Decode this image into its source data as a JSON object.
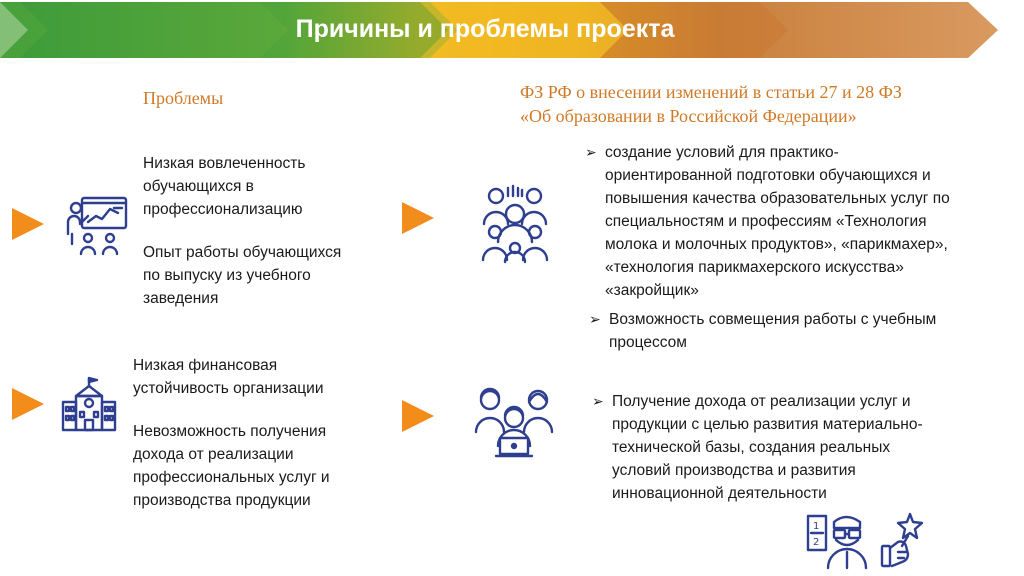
{
  "header": {
    "title": "Причины и проблемы проекта"
  },
  "left": {
    "heading": "Проблемы",
    "block1": {
      "line1": [
        "Низкая вовлеченность",
        "обучающихся в",
        "профессионализацию"
      ],
      "line2": [
        "Опыт работы обучающихся",
        "по выпуску из учебного",
        "заведения"
      ]
    },
    "block2": {
      "line1": [
        "Низкая финансовая",
        "устойчивость организации"
      ],
      "line2": [
        "Невозможность получения",
        "дохода от реализации",
        "профессиональных услуг и",
        "производства продукции"
      ]
    },
    "icons": {
      "block1": "teacher-presentation-icon",
      "block2": "school-building-icon"
    }
  },
  "right": {
    "heading": [
      "ФЗ РФ о внесении изменений в статьи 27 и 28 ФЗ",
      "«Об образовании в Российской Федерации»"
    ],
    "bullet1": [
      "создание условий для практико-",
      "ориентированной подготовки обучающихся и",
      "повышения качества образовательных услуг по",
      "специальностям и профессиям «Технология",
      "молока и молочных продуктов», «парикмахер»,",
      "«технология парикмахерского искусства»",
      "«закройщик»"
    ],
    "bullet2": [
      "Возможность совмещения работы с учебным",
      "процессом"
    ],
    "bullet3": [
      "Получение дохода от реализации услуг и",
      "продукции с целью развития материально-",
      "технической базы, создания реальных",
      "условий производства и развития",
      "инновационной деятельности"
    ],
    "bullet_mark": "➢",
    "icons": {
      "group1": "team-people-icon",
      "group2": "team-laptop-icon",
      "bottom1": "student-math-icon",
      "bottom2": "hand-star-award-icon"
    }
  },
  "colors": {
    "arrow": "#f28c1a",
    "heading": "#d07a28",
    "icon": "#2f3f8f",
    "banner_green": "#3d9b3a",
    "banner_yellow": "#f1b61c",
    "banner_orange": "#d8955a"
  }
}
